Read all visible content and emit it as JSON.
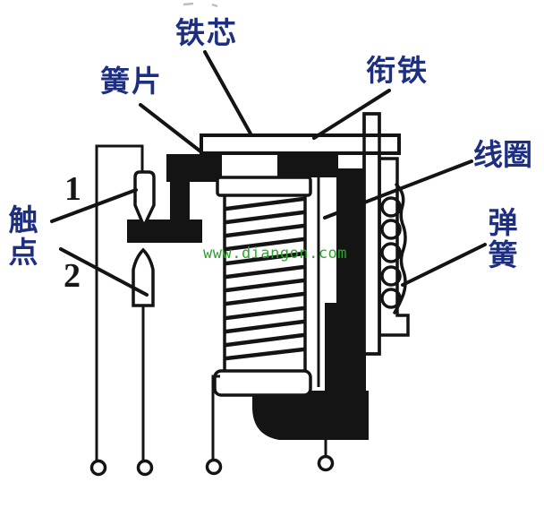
{
  "diagram": {
    "subject": "electromagnetic relay structure diagram",
    "watermark": "www.diangon.com",
    "colors": {
      "label_blue": "#1e2f80",
      "ink_black": "#141414",
      "watermark_green": "#2ba52b"
    },
    "labels": {
      "iron_core": "铁芯",
      "reed": "簧片",
      "armature": "衔铁",
      "coil": "线圈",
      "contact": "触点",
      "spring": "弹簧",
      "terminal_1": "1",
      "terminal_2": "2"
    }
  }
}
